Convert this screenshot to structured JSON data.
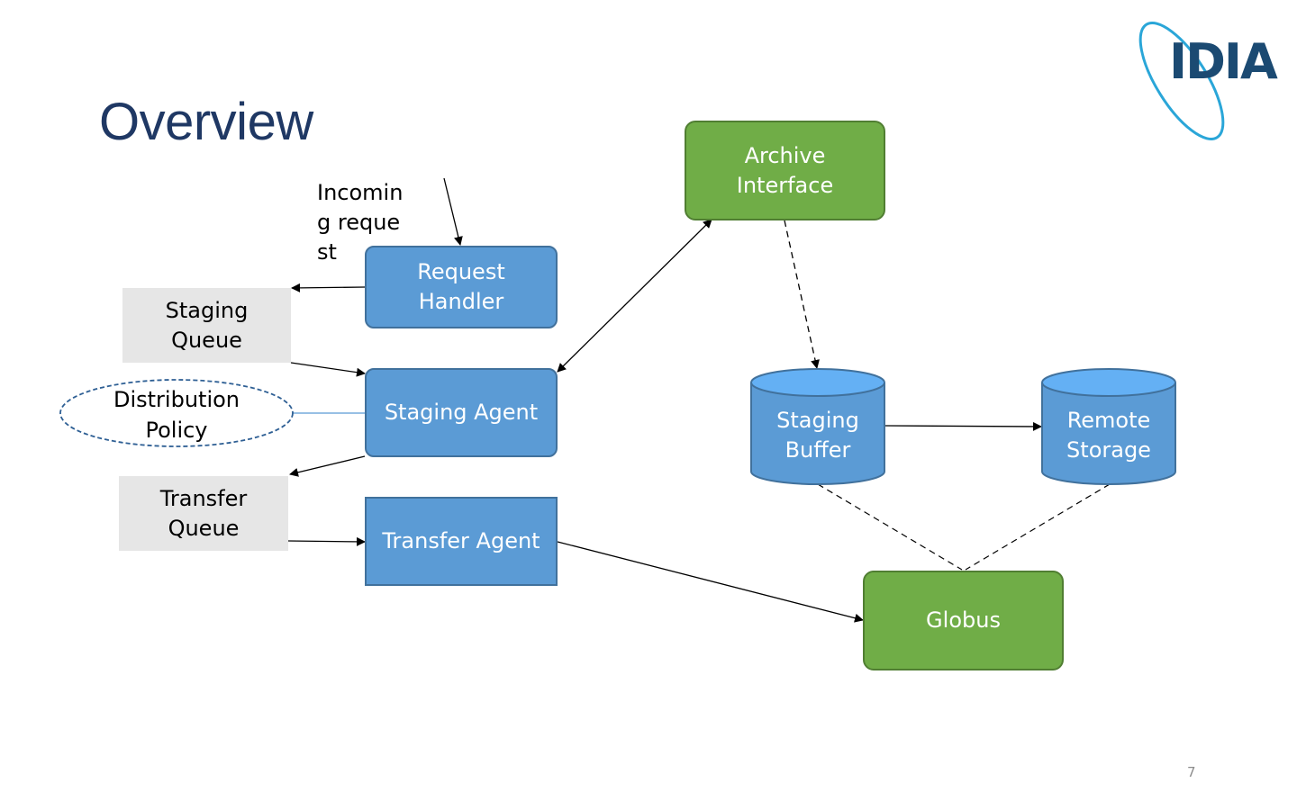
{
  "slide": {
    "title": "Overview",
    "page_number": "7"
  },
  "logo": {
    "text": "IDIA"
  },
  "incoming_label": "Incoming request",
  "nodes": {
    "request_handler": "Request Handler",
    "staging_agent": "Staging Agent",
    "transfer_agent": "Transfer Agent",
    "archive_interface": "Archive Interface",
    "globus": "Globus"
  },
  "queues": {
    "staging_queue": "Staging Queue",
    "transfer_queue": "Transfer Queue"
  },
  "policy": {
    "distribution_policy": "Distribution Policy"
  },
  "storage": {
    "staging_buffer": "Staging Buffer",
    "remote_storage": "Remote Storage"
  },
  "colors": {
    "title": "#1f3864",
    "process_fill": "#5b9bd5",
    "process_border": "#41719c",
    "external_fill": "#70ad47",
    "queue_fill": "#e6e6e6",
    "cylinder_top": "#64b0f4"
  }
}
